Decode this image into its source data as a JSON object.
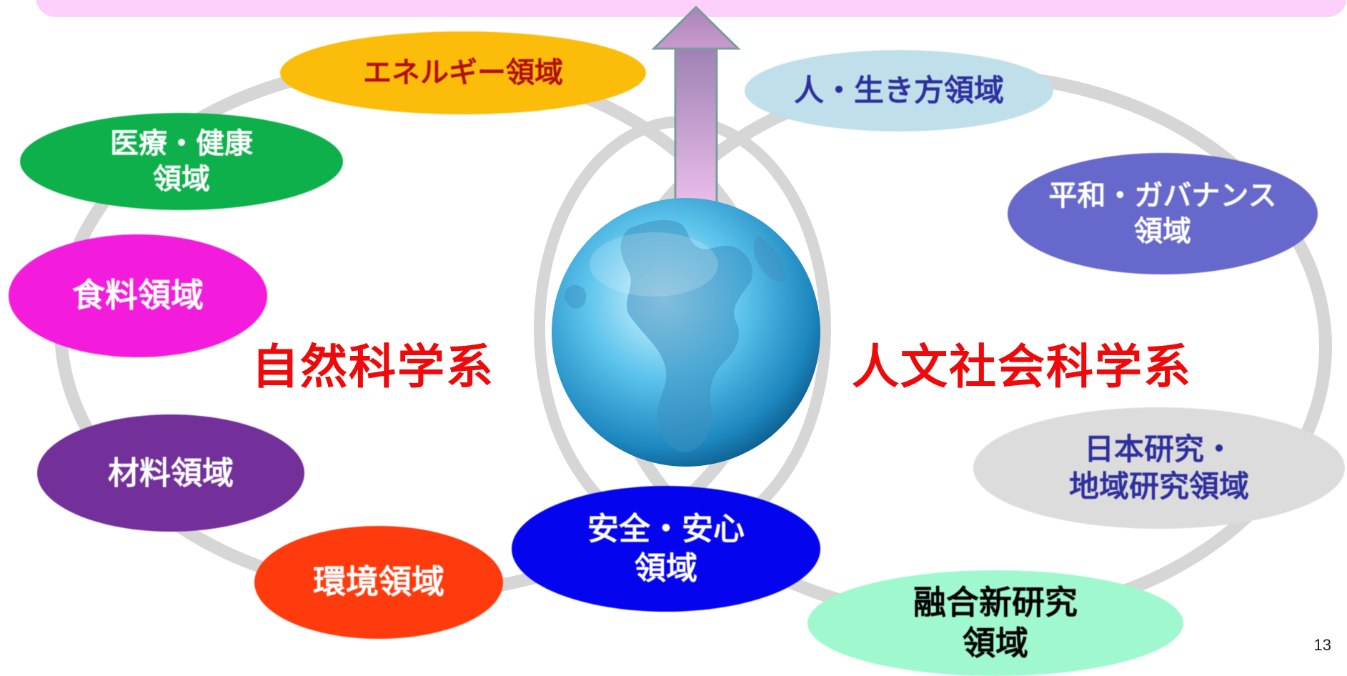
{
  "center": {
    "left_label": "自然科学系",
    "right_label": "人文社会科学系"
  },
  "domains": {
    "energy": "エネルギー領域",
    "people": "人・生き方領域",
    "medical": "医療・健康\n領域",
    "peace": "平和・ガバナンス\n領域",
    "food": "食料領域",
    "japan": "日本研究・\n地域研究領域",
    "materials": "材料領域",
    "environment": "環境領域",
    "safety": "安全・安心\n領域",
    "fusion": "融合新研究\n領域"
  },
  "page_number": "13",
  "colors": {
    "energy": "#fbbc0a",
    "people": "#bfe0ea",
    "medical": "#0db04b",
    "peace": "#6668cc",
    "food": "#f31bdc",
    "japan": "#dcdcdc",
    "materials": "#73309b",
    "environment": "#ff3a0c",
    "safety": "#0404ee",
    "fusion": "#a0f8cf",
    "label_red": "#ee0a0a",
    "ring": "#d6d6d6",
    "banner": "#fdd0fc"
  },
  "icons": [
    "globe-icon",
    "up-arrow-icon"
  ]
}
